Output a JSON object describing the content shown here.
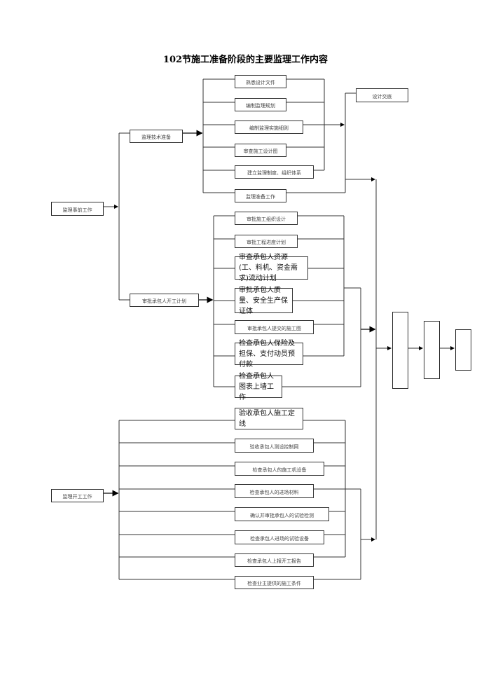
{
  "title": "102节施工准备阶段的主要监理工作内容",
  "root_top": "监理事前工作",
  "root_bottom": "监理开工工作",
  "tech_prep": {
    "label": "监理技术准备",
    "items": [
      "熟悉设计文件",
      "编制监理规划",
      "编制监理实施细则",
      "审查施工设计图",
      "建立监理制度、组织体系",
      "监理准备工作"
    ],
    "side": "设计交底"
  },
  "plan_review": {
    "label": "审批承包人开工计划",
    "items": [
      "审批施工组织设计",
      "审批工程进度计划",
      "审查承包人资源(工、料机、资金需求)流动计划",
      "审批承包人质量、安全生产保证体",
      "审批承包人提交的施工图",
      "检查承包人保险及担保、支付动员预付款",
      "检查承包人图表上墙工作"
    ]
  },
  "start_work": {
    "items": [
      "验收承包人施工定线",
      "验收承包人测设控制网",
      "检查承包人的施工机设备",
      "检查承包人的进场材料",
      "确认并审批承包人的试验检测",
      "检查承包人进场的试验设备",
      "检查承包人上报开工报告",
      "检查业主提供的施工条件"
    ]
  }
}
